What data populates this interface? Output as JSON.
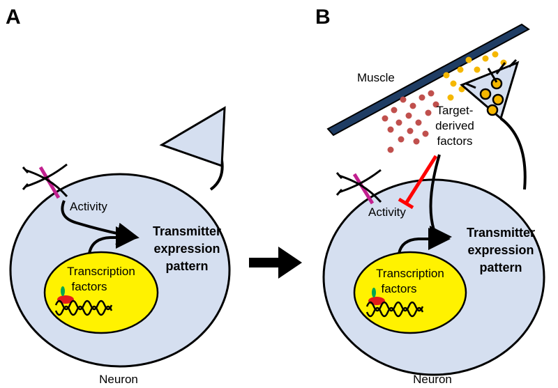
{
  "panels": {
    "a": {
      "letter": "A",
      "activity": "Activity",
      "transmitter": [
        "Transmitter",
        "expression",
        "pattern"
      ],
      "transcription": [
        "Transcription",
        "factors"
      ],
      "caption": "Neuron"
    },
    "b": {
      "letter": "B",
      "muscle": "Muscle",
      "target_factors": [
        "Target-",
        "derived",
        "factors"
      ],
      "activity": "Activity",
      "transmitter": [
        "Transmitter",
        "expression",
        "pattern"
      ],
      "transcription": [
        "Transcription",
        "factors"
      ],
      "caption": "Neuron"
    }
  },
  "colors": {
    "cell_fill": "#d5dff0",
    "nucleus_fill": "#fff200",
    "muscle_fill": "#1f3d64",
    "inhibition": "#ff0000",
    "muscle_factor_dots": "#c0504d",
    "terminal_vesicles": "#f5b700",
    "channel": "#c2208f"
  }
}
